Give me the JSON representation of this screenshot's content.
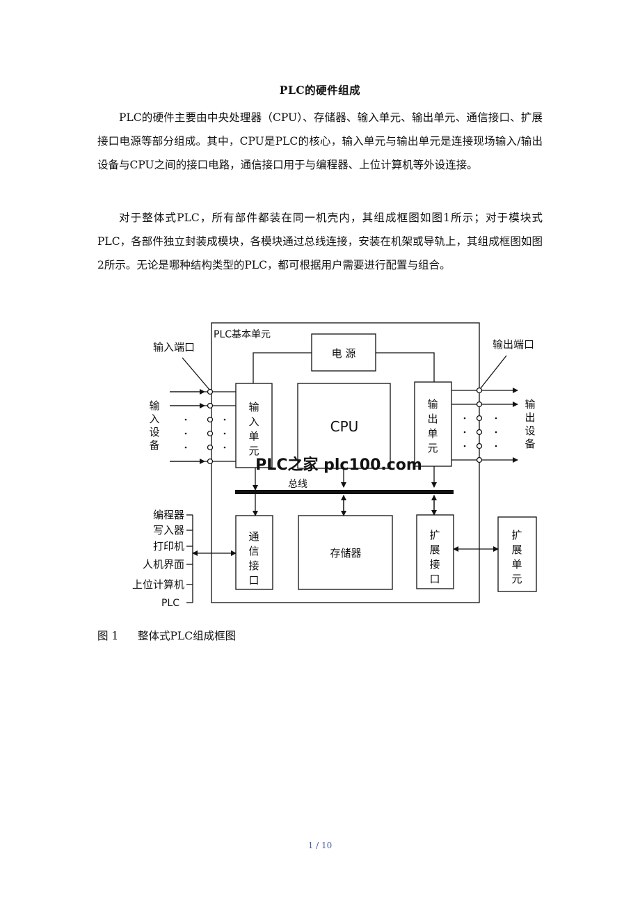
{
  "document": {
    "title": "PLC的硬件组成",
    "paragraphs": [
      "PLC的硬件主要由中央处理器（CPU）、存储器、输入单元、输出单元、通信接口、扩展接口电源等部分组成。其中，CPU是PLC的核心，输入单元与输出单元是连接现场输入/输出设备与CPU之间的接口电路，通信接口用于与编程器、上位计算机等外设连接。",
      "对于整体式PLC，所有部件都装在同一机壳内，其组成框图如图1所示；对于模块式PLC，各部件独立封装成模块，各模块通过总线连接，安装在机架或导轨上，其组成框图如图2所示。无论是哪种结构类型的PLC，都可根据用户需要进行配置与组合。"
    ],
    "caption_number": "图 1",
    "caption_text": "整体式PLC组成框图",
    "page_number": "1 / 10"
  },
  "diagram": {
    "basic_unit": "PLC基本单元",
    "power": "电 源",
    "cpu": "CPU",
    "input_port": "输入端口",
    "output_port": "输出端口",
    "input_unit": [
      "输",
      "入",
      "单",
      "元"
    ],
    "output_unit": [
      "输",
      "出",
      "单",
      "元"
    ],
    "input_device": [
      "输",
      "入",
      "设",
      "备"
    ],
    "output_device": [
      "输",
      "出",
      "设",
      "备"
    ],
    "bus": "总线",
    "watermark": "PLC之家 plc100.com",
    "comm_interface": [
      "通",
      "信",
      "接",
      "口"
    ],
    "memory": "存储器",
    "ext_interface": [
      "扩",
      "展",
      "接",
      "口"
    ],
    "ext_unit": [
      "扩",
      "展",
      "单",
      "元"
    ],
    "peripherals": [
      "编程器",
      "写入器",
      "打印机",
      "人机界面",
      "上位计算机",
      "PLC"
    ]
  }
}
